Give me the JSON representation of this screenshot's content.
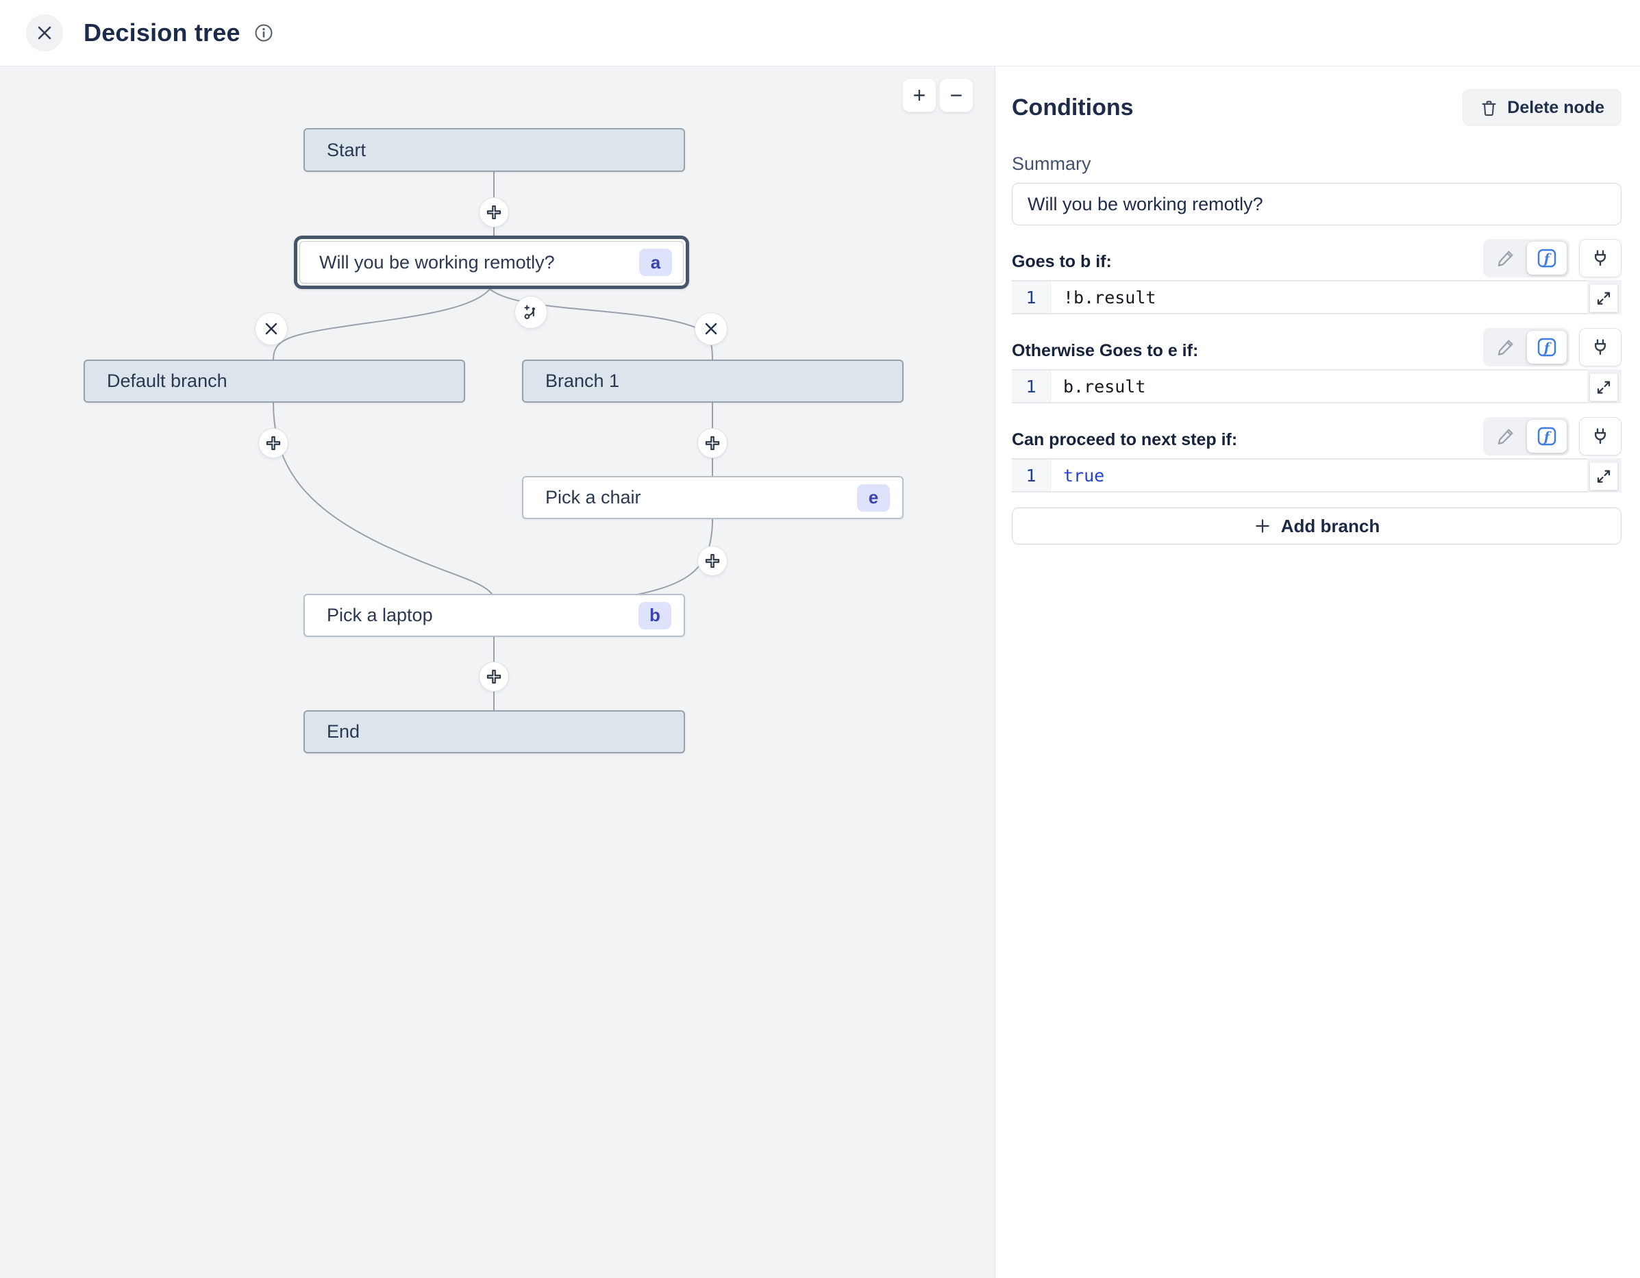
{
  "header": {
    "title": "Decision tree"
  },
  "canvas": {
    "zoom_in_label": "+",
    "zoom_out_label": "−",
    "nodes": [
      {
        "id": "start",
        "label": "Start",
        "badge": null,
        "kind": "terminal"
      },
      {
        "id": "question",
        "label": "Will you be working remotly?",
        "badge": "a",
        "kind": "step",
        "selected": true
      },
      {
        "id": "default-branch",
        "label": "Default branch",
        "badge": null,
        "kind": "branch"
      },
      {
        "id": "branch-1",
        "label": "Branch 1",
        "badge": null,
        "kind": "branch"
      },
      {
        "id": "pick-a-chair",
        "label": "Pick a chair",
        "badge": "e",
        "kind": "step"
      },
      {
        "id": "pick-a-laptop",
        "label": "Pick a laptop",
        "badge": "b",
        "kind": "step"
      },
      {
        "id": "end",
        "label": "End",
        "badge": null,
        "kind": "terminal"
      }
    ]
  },
  "panel": {
    "title": "Conditions",
    "delete_button_label": "Delete node",
    "summary_label": "Summary",
    "summary_value": "Will you be working remotly?",
    "sections": [
      {
        "label": "Goes to b if:",
        "line_number": "1",
        "code": "!b.result"
      },
      {
        "label": "Otherwise Goes to e if:",
        "line_number": "1",
        "code": "b.result"
      },
      {
        "label": "Can proceed to next step if:",
        "line_number": "1",
        "code": "true",
        "code_is_keyword": true
      }
    ],
    "add_branch_label": "Add branch"
  },
  "icons": {
    "close": "close-icon",
    "info": "info-icon",
    "add_step": "plus-icon",
    "delete_branch": "x-icon",
    "add_branch_connector": "branch-split-icon",
    "trash": "trash-icon",
    "edit": "pencil-icon",
    "function": "fx-icon",
    "plug": "plug-icon",
    "expand": "expand-icon"
  },
  "colors": {
    "accent_blue": "#3e7de0",
    "keyword_blue": "#2741d6",
    "badge_bg": "#dee3fb",
    "badge_text": "#3c43ae",
    "node_gray_fill": "#dce4ec",
    "canvas_bg": "#f2f3f5",
    "selected_border": "#46556a",
    "edge": "#98a1ab"
  }
}
